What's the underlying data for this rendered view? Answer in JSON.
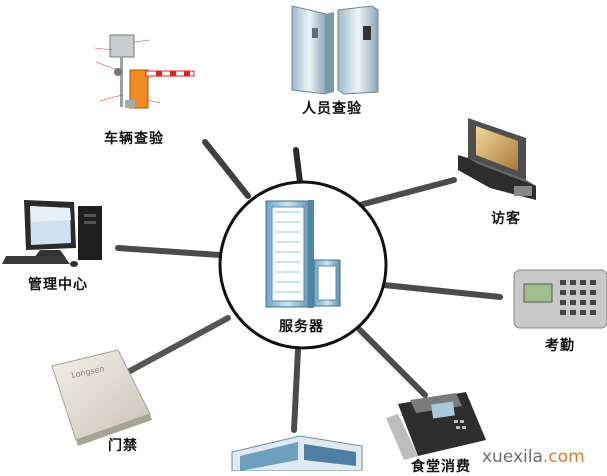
{
  "center": {
    "label": "服务器"
  },
  "nodes": {
    "personnel_check": {
      "label": "人员查验"
    },
    "vehicle_check": {
      "label": "车辆查验"
    },
    "visitor": {
      "label": "访客"
    },
    "management_center": {
      "label": "管理中心"
    },
    "attendance": {
      "label": "考勤"
    },
    "access_control": {
      "label": "门禁"
    },
    "canteen": {
      "label": "食堂消费"
    },
    "card_reader_brand": "Longsen"
  },
  "watermark": {
    "prefix": "xuexila",
    "suffix": ".com"
  },
  "colors": {
    "spoke": "#2a2a2a",
    "ring": "#111111",
    "watermark_accent": "#e8772a"
  }
}
